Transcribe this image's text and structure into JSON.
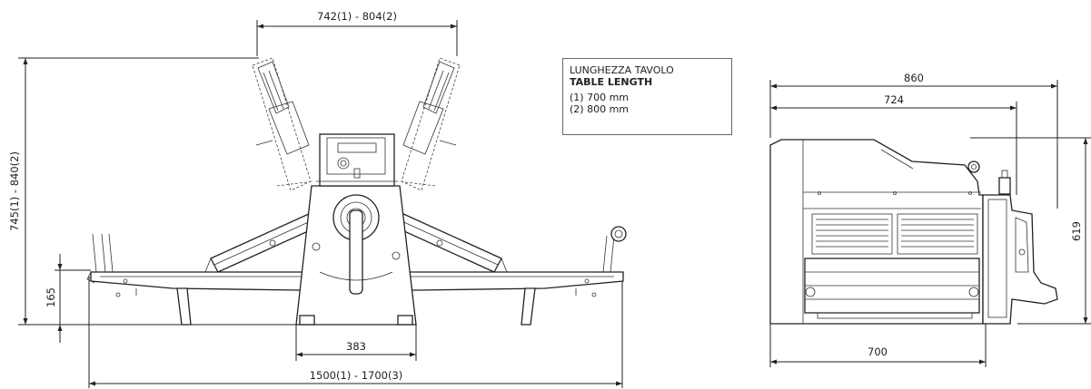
{
  "front_view": {
    "top_width": "742(1) - 804(2)",
    "height": "745(1) - 840(2)",
    "table_height": "165",
    "base_width": "383",
    "total_length": "1500(1) - 1700(3)"
  },
  "side_view": {
    "depth_total": "860",
    "depth_inner": "724",
    "height": "619",
    "base_depth": "700"
  },
  "legend": {
    "title_it": "LUNGHEZZA TAVOLO",
    "title_en": "TABLE LENGTH",
    "item_1": "(1) 700 mm",
    "item_2": "(2) 800 mm"
  }
}
